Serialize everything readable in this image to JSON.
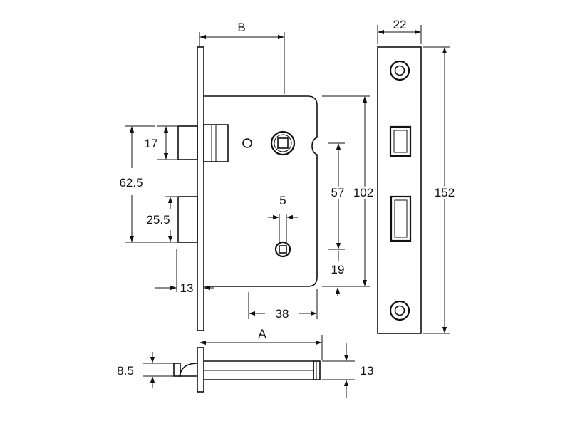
{
  "dimensions": {
    "B": "B",
    "A": "A",
    "w22": "22",
    "h152": "152",
    "h102": "102",
    "h57": "57",
    "h19": "19",
    "w38": "38",
    "w5": "5",
    "h17": "17",
    "h62_5": "62.5",
    "h25_5": "25.5",
    "w13_latch": "13",
    "h8_5": "8.5",
    "h13_bottom": "13"
  }
}
